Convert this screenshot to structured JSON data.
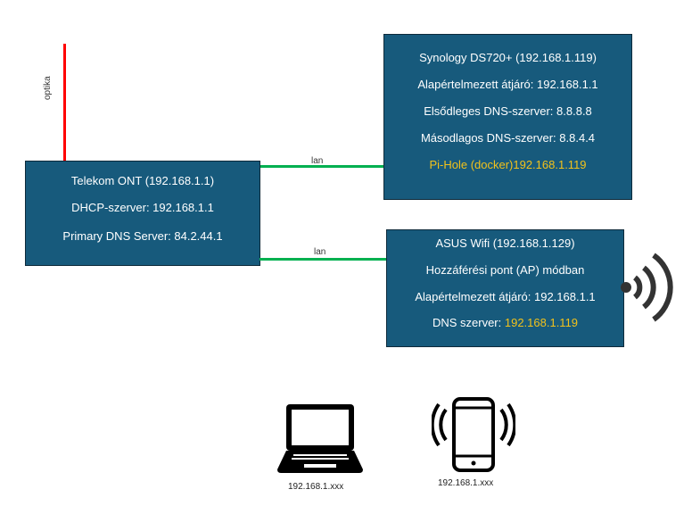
{
  "colors": {
    "box_fill": "#175a7c",
    "highlight": "#f2c21b",
    "lan": "#00b050",
    "fiber": "#ff0000"
  },
  "fiber_label": "optika",
  "lan_labels": [
    "lan",
    "lan"
  ],
  "ont": {
    "title": "Telekom ONT (192.168.1.1)",
    "dhcp": "DHCP-szerver: 192.168.1.1",
    "dns": "Primary DNS Server: 84.2.44.1"
  },
  "nas": {
    "title": "Synology DS720+ (192.168.1.119)",
    "gateway": "Alapértelmezett átjáró: 192.168.1.1",
    "dns1": "Elsődleges DNS-szerver: 8.8.8.8",
    "dns2": "Másodlagos DNS-szerver: 8.8.4.4",
    "pihole": "Pi-Hole (docker)192.168.1.119"
  },
  "ap": {
    "title": "ASUS Wifi (192.168.1.129)",
    "mode": "Hozzáférési pont (AP) módban",
    "gateway": "Alapértelmezett átjáró: 192.168.1.1",
    "dns_label": "DNS szerver: ",
    "dns_value": "192.168.1.119"
  },
  "devices": [
    {
      "icon": "laptop-icon",
      "ip": "192.168.1.xxx"
    },
    {
      "icon": "phone-icon",
      "ip": "192.168.1.xxx"
    }
  ]
}
